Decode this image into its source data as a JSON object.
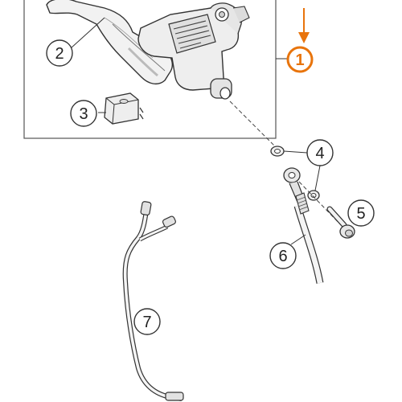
{
  "highlight_color": "#e8740c",
  "callouts": [
    {
      "label": "1",
      "highlighted": true
    },
    {
      "label": "2",
      "highlighted": false
    },
    {
      "label": "3",
      "highlighted": false
    },
    {
      "label": "4",
      "highlighted": false
    },
    {
      "label": "5",
      "highlighted": false
    },
    {
      "label": "6",
      "highlighted": false
    },
    {
      "label": "7",
      "highlighted": false
    }
  ],
  "master_cylinder_label_text": "",
  "icons": [
    "down-arrow-icon"
  ]
}
